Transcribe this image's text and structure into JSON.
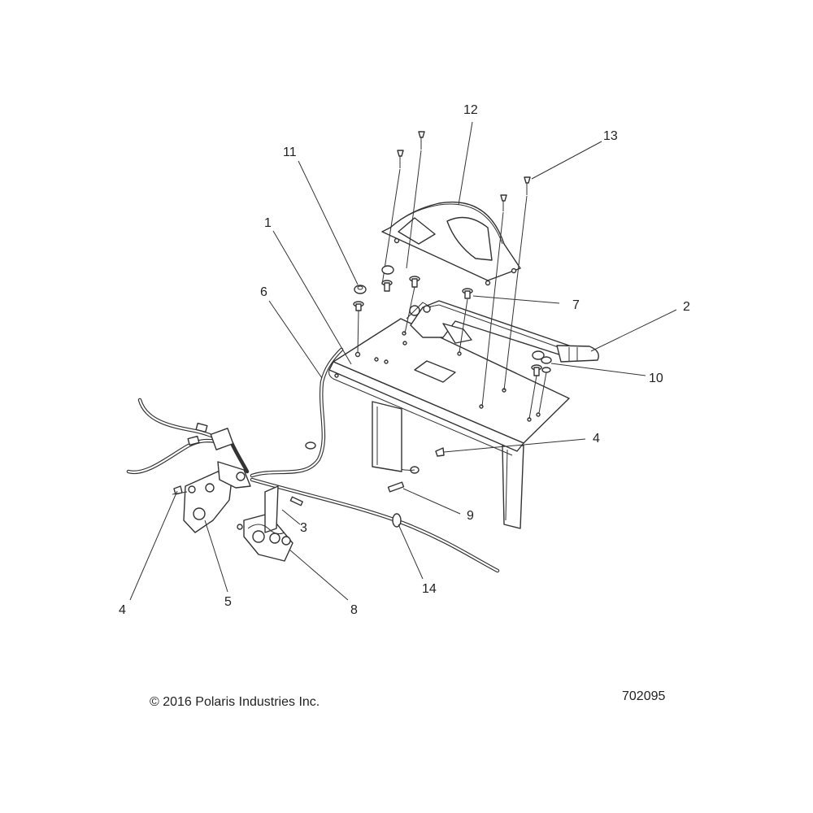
{
  "diagram": {
    "callouts": {
      "p1": "1",
      "p2": "2",
      "p3": "3",
      "p4a": "4",
      "p4b": "4",
      "p5": "5",
      "p6": "6",
      "p7": "7",
      "p8": "8",
      "p9": "9",
      "p10": "10",
      "p11": "11",
      "p12": "12",
      "p13": "13",
      "p14": "14"
    },
    "copyright": "© 2016 Polaris Industries Inc.",
    "diagram_number": "702095"
  }
}
